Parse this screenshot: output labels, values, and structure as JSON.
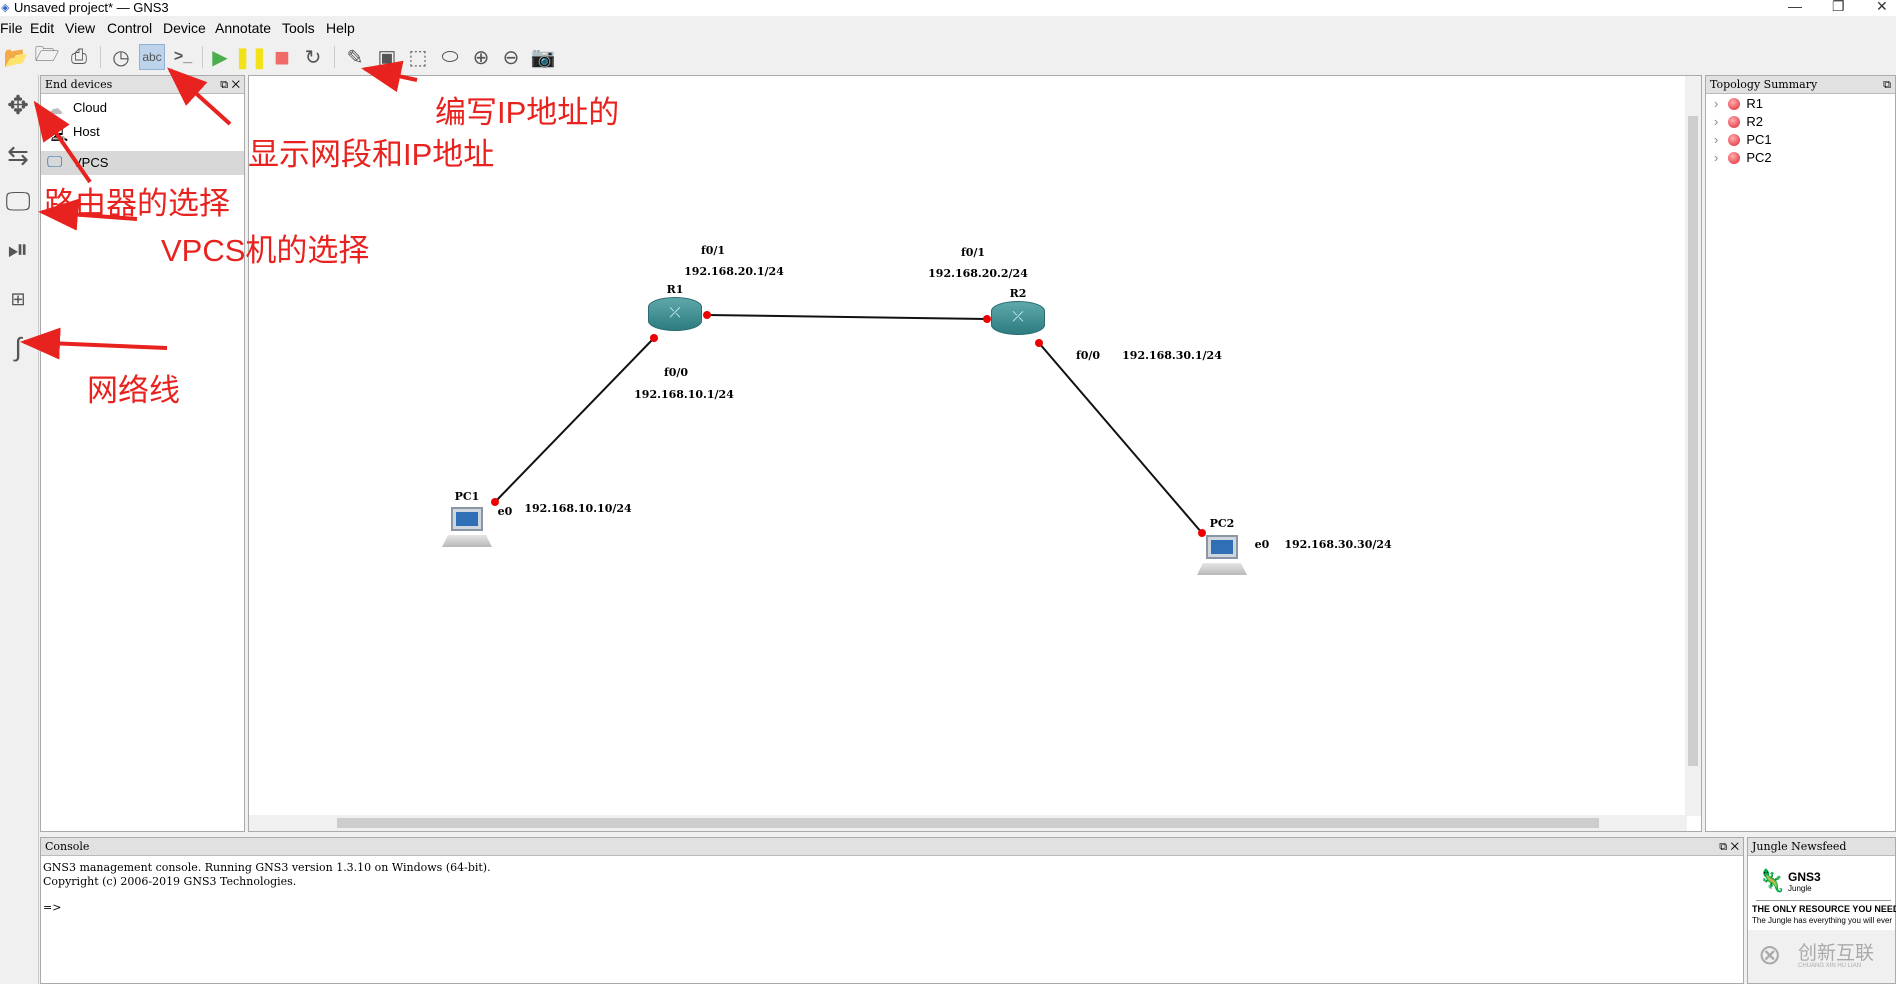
{
  "window": {
    "title": "Unsaved project* — GNS3"
  },
  "menu": [
    "File",
    "Edit",
    "View",
    "Control",
    "Device",
    "Annotate",
    "Tools",
    "Help"
  ],
  "toolbar": [
    "new-project",
    "open-project",
    "save-project",
    "snapshot",
    "show-interface-labels",
    "console-all",
    "start-all",
    "suspend-all",
    "stop-all",
    "reload-all",
    "add-note",
    "insert-picture",
    "draw-rectangle",
    "draw-ellipse",
    "zoom-in",
    "zoom-out",
    "screenshot"
  ],
  "end_devices": {
    "title": "End devices",
    "items": [
      "Cloud",
      "Host",
      "VPCS"
    ],
    "selected": "VPCS"
  },
  "topology_summary": {
    "title": "Topology Summary",
    "items": [
      "R1",
      "R2",
      "PC1",
      "PC2"
    ],
    "status_color": "#e02030"
  },
  "console": {
    "title": "Console",
    "lines": [
      "GNS3 management console. Running GNS3 version 1.3.10 on Windows (64-bit).",
      "Copyright (c) 2006-2019 GNS3 Technologies.",
      "",
      "=>"
    ]
  },
  "jungle": {
    "title": "Jungle Newsfeed",
    "logo": "GNS3",
    "logo_sub": "Jungle",
    "headline": "THE ONLY RESOURCE YOU NEED",
    "teaser": "The Jungle has everything you will ever",
    "watermark": "创新互联",
    "watermark_sub": "CHUANG XIN HU LIAN"
  },
  "topology": {
    "nodes": {
      "r1": "R1",
      "r2": "R2",
      "pc1": "PC1",
      "pc2": "PC2"
    },
    "labels": {
      "r1_f01": "f0/1",
      "r1_f01_ip": "192.168.20.1/24",
      "r2_f01": "f0/1",
      "r2_f01_ip": "192.168.20.2/24",
      "r1_f00": "f0/0",
      "r1_f00_ip": "192.168.10.1/24",
      "r2_f00": "f0/0",
      "r2_f00_ip": "192.168.30.1/24",
      "pc1_e0": "e0",
      "pc1_ip": "192.168.10.10/24",
      "pc2_e0": "e0",
      "pc2_ip": "192.168.30.30/24"
    }
  },
  "annotations": {
    "router": "路由器的选择",
    "show_ip": "显示网段和IP地址",
    "edit_ip": "编写IP地址的",
    "vpcs": "VPCS机的选择",
    "cable": "网络线"
  },
  "colors": {
    "annotation": "#e8231f",
    "router": "#3f8f92",
    "link_port": "#ee0000"
  }
}
